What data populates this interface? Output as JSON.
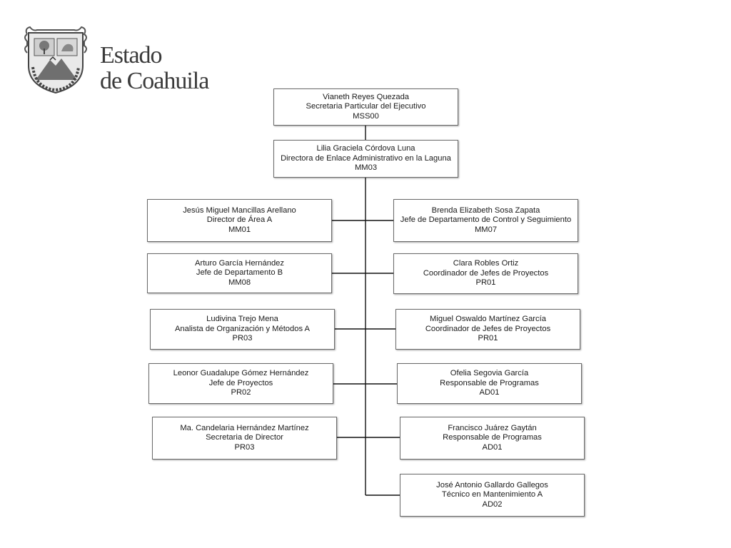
{
  "header": {
    "brand_line1": "Estado",
    "brand_line2": "de Coahuila",
    "logo_icon": "coat-of-arms-icon"
  },
  "nodes": [
    {
      "name": "Vianeth Reyes Quezada",
      "title": "Secretaria Particular del Ejecutivo",
      "code": "MSS00"
    },
    {
      "name": "Lilia Graciela Córdova Luna",
      "title": "Directora de Enlace Administrativo en la Laguna",
      "code": "MM03"
    },
    {
      "name": "Jesús Miguel Mancillas Arellano",
      "title": "Director de Área A",
      "code": "MM01"
    },
    {
      "name": "Brenda Elizabeth Sosa Zapata",
      "title": "Jefe de Departamento de Control y Seguimiento",
      "code": "MM07"
    },
    {
      "name": "Arturo García Hernández",
      "title": "Jefe de Departamento B",
      "code": "MM08"
    },
    {
      "name": "Clara Robles Ortiz",
      "title": "Coordinador de Jefes de Proyectos",
      "code": "PR01"
    },
    {
      "name": "Ludivina Trejo Mena",
      "title": "Analista de Organización y Métodos A",
      "code": "PR03"
    },
    {
      "name": "Miguel Oswaldo Martínez García",
      "title": "Coordinador de Jefes de Proyectos",
      "code": "PR01"
    },
    {
      "name": "Leonor Guadalupe Gómez Hernández",
      "title": "Jefe de Proyectos",
      "code": "PR02"
    },
    {
      "name": "Ofelia Segovia García",
      "title": "Responsable de Programas",
      "code": "AD01"
    },
    {
      "name": "Ma. Candelaria  Hernández Martínez",
      "title": "Secretaria de Director",
      "code": "PR03"
    },
    {
      "name": "Francisco Juárez Gaytán",
      "title": "Responsable de Programas",
      "code": "AD01"
    },
    {
      "name": "José Antonio Gallardo Gallegos",
      "title": "Técnico en Mantenimiento A",
      "code": "AD02"
    }
  ]
}
